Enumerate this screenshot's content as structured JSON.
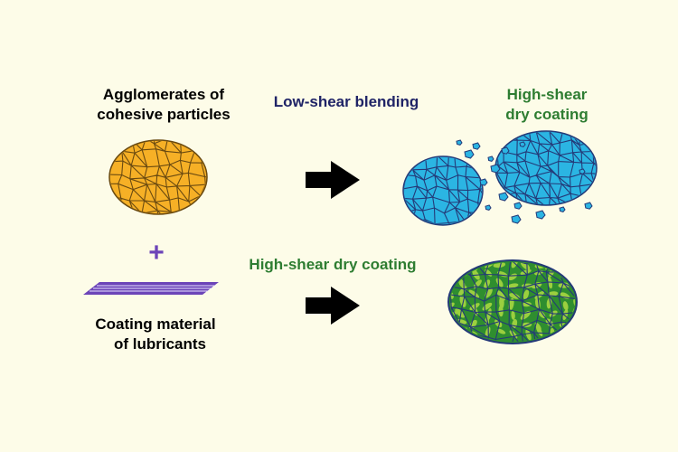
{
  "labels": {
    "agglomerates_line1": "Agglomerates of",
    "agglomerates_line2": "cohesive particles",
    "low_shear": "Low-shear blending",
    "high_shear_top_line1": "High-shear",
    "high_shear_top_line2": "dry coating",
    "high_shear_bottom": "High-shear dry coating",
    "coating_line1": "Coating material",
    "coating_line2": "of lubricants",
    "plus": "+"
  },
  "colors": {
    "background": "#fdfce8",
    "cohesive_particles": "#f6b026",
    "fragments": "#2bb5e3",
    "outline": "#243a78",
    "coated_particles": "#9bcf3f",
    "coating_layer": "#2f8e2f",
    "lubricant": "#6c44b8",
    "low_shear_text": "#1f2366",
    "high_shear_text": "#2e7d32",
    "arrow": "#000000"
  }
}
